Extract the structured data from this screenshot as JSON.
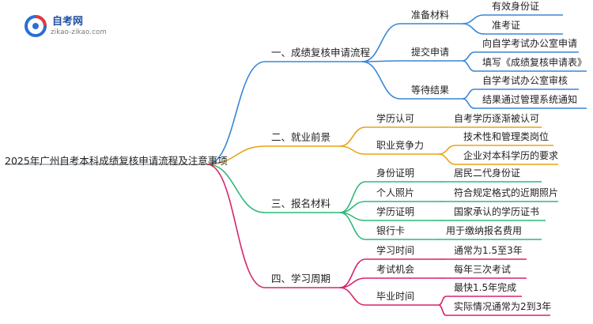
{
  "logo": {
    "title": "自考网",
    "url": "zikao-zikao.com"
  },
  "root": "2025年广州自考本科成绩复核申请流程及注意事项",
  "branches": [
    {
      "label": "一、成绩复核申请流程",
      "color": "#3a86d6",
      "children": [
        {
          "label": "准备材料",
          "leaves": [
            "有效身份证",
            "准考证"
          ]
        },
        {
          "label": "提交申请",
          "leaves": [
            "向自学考试办公室申请",
            "填写《成绩复核申请表》"
          ]
        },
        {
          "label": "等待结果",
          "leaves": [
            "自学考试办公室审核",
            "结果通过管理系统通知"
          ]
        }
      ]
    },
    {
      "label": "二、就业前景",
      "color": "#e8a317",
      "children": [
        {
          "label": "学历认可",
          "leaves": [
            "自考学历逐渐被认可"
          ]
        },
        {
          "label": "职业竞争力",
          "leaves": [
            "技术性和管理类岗位",
            "企业对本科学历的要求"
          ]
        }
      ]
    },
    {
      "label": "三、报名材料",
      "color": "#2fb87a",
      "children": [
        {
          "label": "身份证明",
          "leaves": [
            "居民二代身份证"
          ]
        },
        {
          "label": "个人照片",
          "leaves": [
            "符合规定格式的近期照片"
          ]
        },
        {
          "label": "学历证明",
          "leaves": [
            "国家承认的学历证书"
          ]
        },
        {
          "label": "银行卡",
          "leaves": [
            "用于缴纳报名费用"
          ]
        }
      ]
    },
    {
      "label": "四、学习周期",
      "color": "#d6246e",
      "children": [
        {
          "label": "学习时间",
          "leaves": [
            "通常为1.5至3年"
          ]
        },
        {
          "label": "考试机会",
          "leaves": [
            "每年三次考试"
          ]
        },
        {
          "label": "毕业时间",
          "leaves": [
            "最快1.5年完成",
            "实际情况通常为2到3年"
          ]
        }
      ]
    }
  ]
}
